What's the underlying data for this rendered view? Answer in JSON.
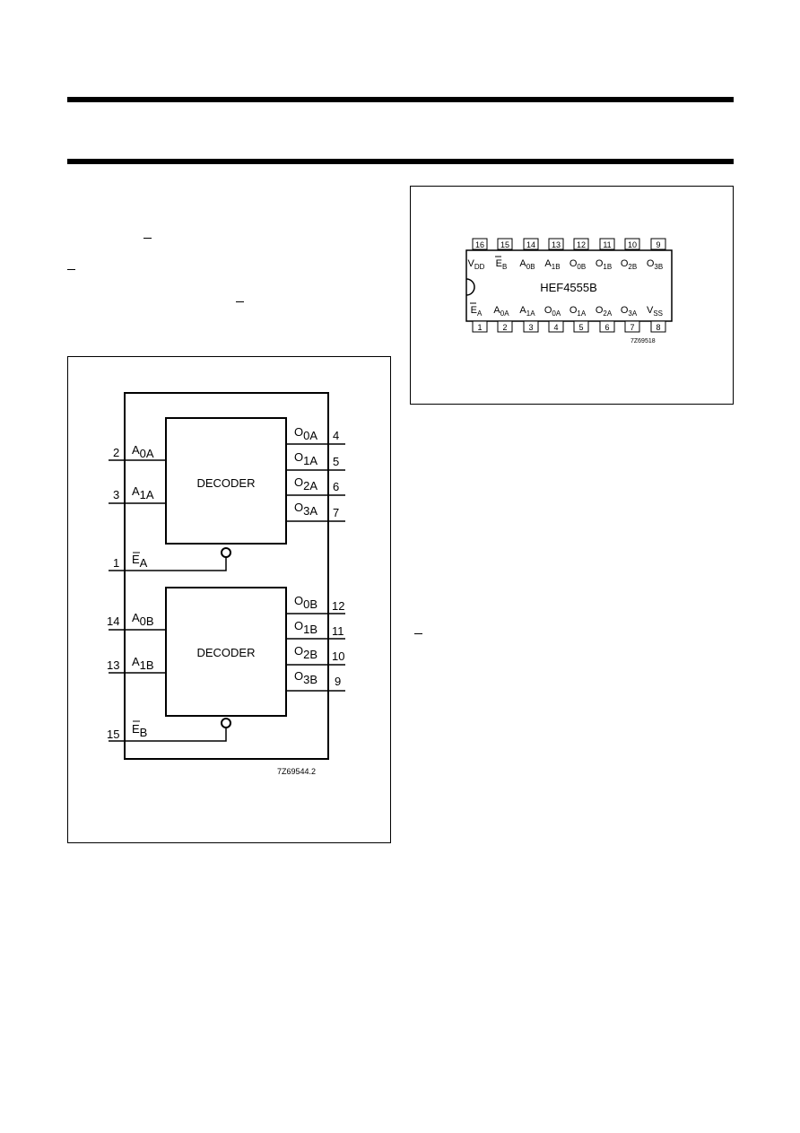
{
  "diagram_left": {
    "figure_id": "7Z69544.2",
    "decoder_a": {
      "label": "DECODER",
      "inputs": [
        {
          "pin": "2",
          "name": "A",
          "sub": "0A"
        },
        {
          "pin": "3",
          "name": "A",
          "sub": "1A"
        }
      ],
      "enable": {
        "pin": "1",
        "name": "E",
        "sub": "A"
      },
      "outputs": [
        {
          "pin": "4",
          "name": "O",
          "sub": "0A"
        },
        {
          "pin": "5",
          "name": "O",
          "sub": "1A"
        },
        {
          "pin": "6",
          "name": "O",
          "sub": "2A"
        },
        {
          "pin": "7",
          "name": "O",
          "sub": "3A"
        }
      ]
    },
    "decoder_b": {
      "label": "DECODER",
      "inputs": [
        {
          "pin": "14",
          "name": "A",
          "sub": "0B"
        },
        {
          "pin": "13",
          "name": "A",
          "sub": "1B"
        }
      ],
      "enable": {
        "pin": "15",
        "name": "E",
        "sub": "B"
      },
      "outputs": [
        {
          "pin": "12",
          "name": "O",
          "sub": "0B"
        },
        {
          "pin": "11",
          "name": "O",
          "sub": "1B"
        },
        {
          "pin": "10",
          "name": "O",
          "sub": "2B"
        },
        {
          "pin": "9",
          "name": "O",
          "sub": "3B"
        }
      ]
    }
  },
  "diagram_right": {
    "chip_name": "HEF4555B",
    "figure_id": "7Z69518",
    "top_pins": [
      {
        "num": "16",
        "name": "V",
        "sub": "DD"
      },
      {
        "num": "15",
        "name": "E",
        "sub": "B"
      },
      {
        "num": "14",
        "name": "A",
        "sub": "0B"
      },
      {
        "num": "13",
        "name": "A",
        "sub": "1B"
      },
      {
        "num": "12",
        "name": "O",
        "sub": "0B"
      },
      {
        "num": "11",
        "name": "O",
        "sub": "1B"
      },
      {
        "num": "10",
        "name": "O",
        "sub": "2B"
      },
      {
        "num": "9",
        "name": "O",
        "sub": "3B"
      }
    ],
    "bottom_pins": [
      {
        "num": "1",
        "name": "E",
        "sub": "A"
      },
      {
        "num": "2",
        "name": "A",
        "sub": "0A"
      },
      {
        "num": "3",
        "name": "A",
        "sub": "1A"
      },
      {
        "num": "4",
        "name": "O",
        "sub": "0A"
      },
      {
        "num": "5",
        "name": "O",
        "sub": "1A"
      },
      {
        "num": "6",
        "name": "O",
        "sub": "2A"
      },
      {
        "num": "7",
        "name": "O",
        "sub": "3A"
      },
      {
        "num": "8",
        "name": "V",
        "sub": "SS"
      }
    ]
  }
}
